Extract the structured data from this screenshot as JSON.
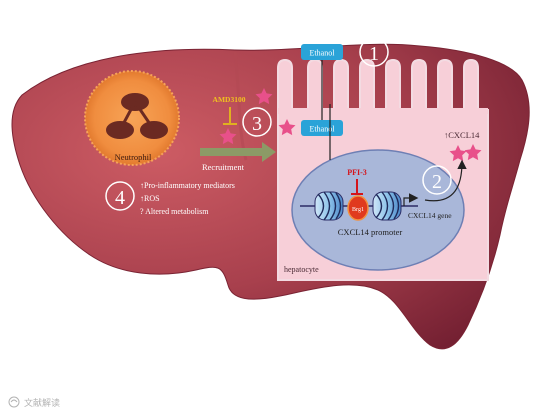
{
  "labels": {
    "ethanol_top": "Ethanol",
    "ethanol_inner": "Ethanol",
    "step1": "1",
    "step2": "2",
    "step3": "3",
    "step4": "4",
    "amd3100": "AMD3100",
    "neutrophil": "Neutrophil",
    "recruitment": "Recruitment",
    "cxcl14_up": "↑CXCL14",
    "pfi3": "PFI-3",
    "brg1": "Brg1",
    "cxcl14_gene": "CXCL14 gene",
    "cxcl14_promoter": "CXCL14 promoter",
    "hepatocyte": "hepatocyte",
    "effect_1": "↑Pro-inflammatory mediators",
    "effect_2": "↑ROS",
    "effect_3": "? Altered metabolism",
    "watermark": "文献解读"
  },
  "colors": {
    "liver_light": "#c5505a",
    "liver_dark": "#7a2333",
    "cell": "#f7cfd8",
    "nucleus": "#a9b7d9",
    "ethanol_box": "#2aa3d8",
    "neutrophil_core": "#f29a4a",
    "neutrophil_nuclei": "#6b2a22",
    "star": "#e8508a",
    "inhibitor": "#e0b020",
    "pfi3": "#d4141b",
    "brg1": "#e03a1e",
    "dna": "#2c2c66",
    "arrow": "#8c9a66"
  }
}
